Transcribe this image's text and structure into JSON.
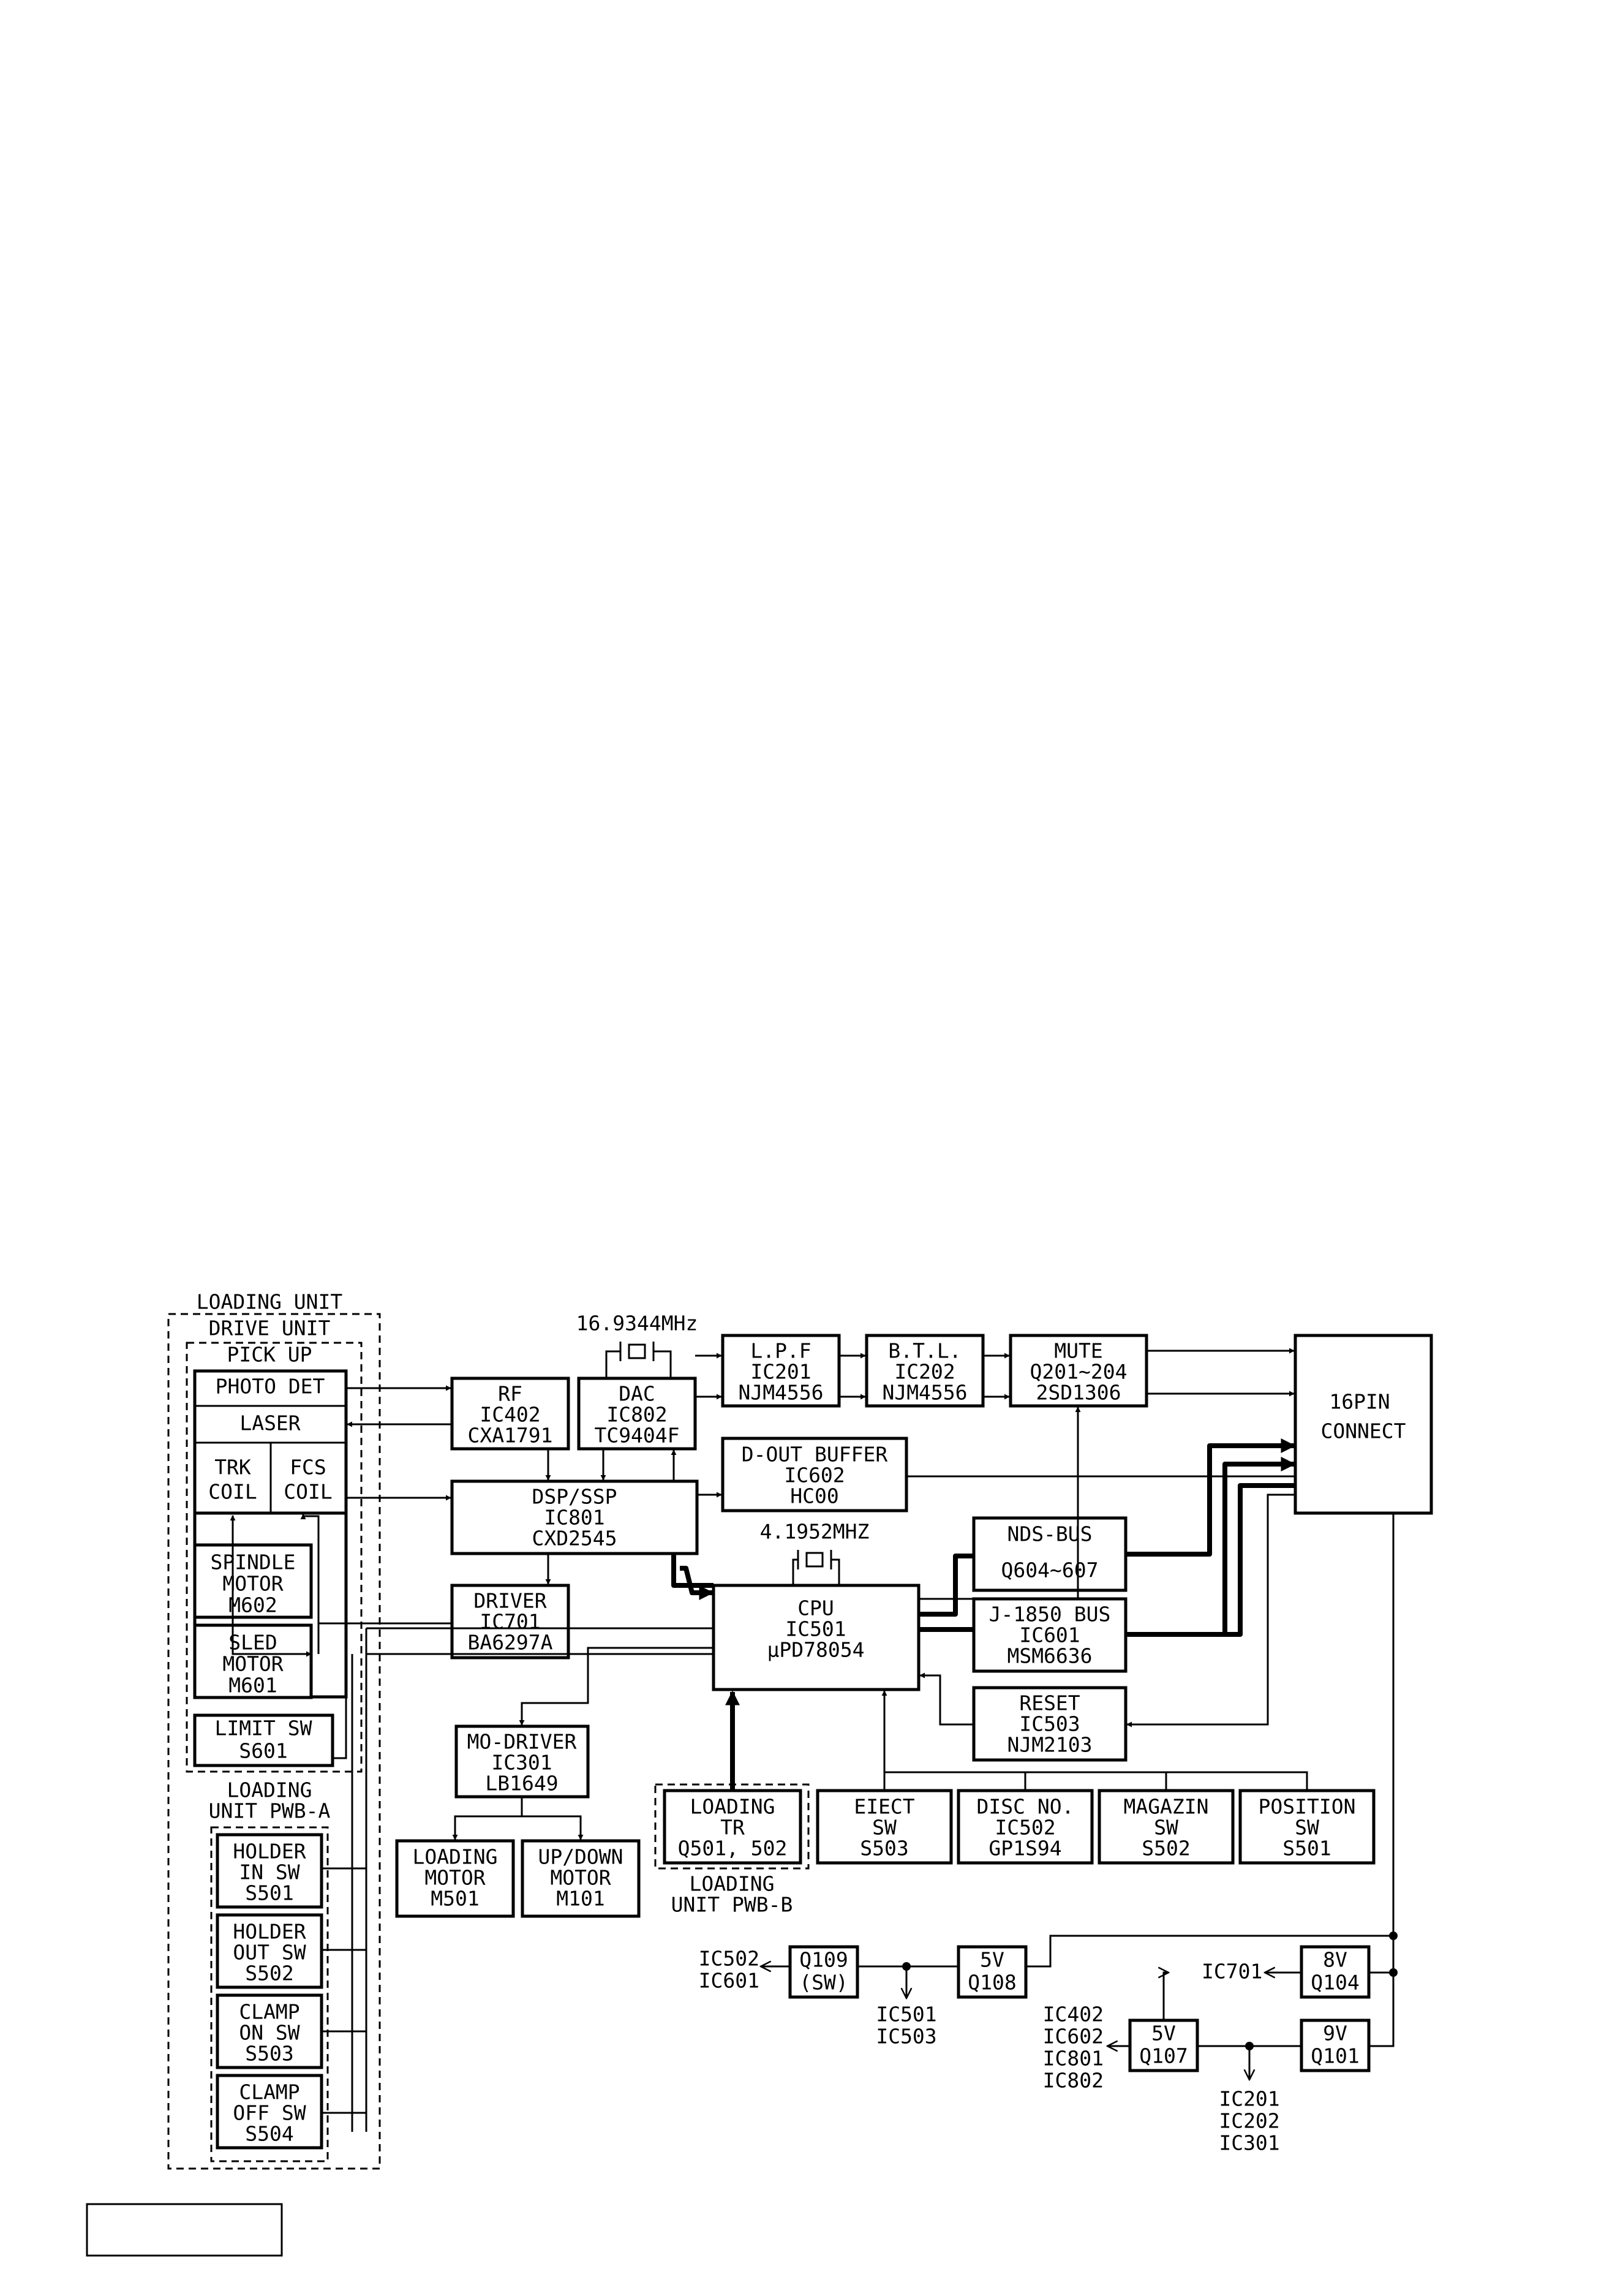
{
  "groups": {
    "loading_unit": "LOADING UNIT",
    "drive_unit": "DRIVE UNIT",
    "pick_up": "PICK UP",
    "loading_unit_pwb_a": [
      "LOADING",
      "UNIT PWB-A"
    ],
    "loading_unit_pwb_b": [
      "LOADING",
      "UNIT PWB-B"
    ]
  },
  "crystals": {
    "dac_clock": "16.9344MHz",
    "cpu_clock": "4.1952MHZ"
  },
  "blocks": {
    "photo_det": "PHOTO DET",
    "laser": "LASER",
    "trk_coil": [
      "TRK",
      "COIL"
    ],
    "fcs_coil": [
      "FCS",
      "COIL"
    ],
    "spindle_motor": [
      "SPINDLE",
      "MOTOR",
      "M602"
    ],
    "sled_motor": [
      "SLED",
      "MOTOR",
      "M601"
    ],
    "limit_sw": [
      "LIMIT SW",
      "S601"
    ],
    "holder_in_sw": [
      "HOLDER",
      "IN SW",
      "S501"
    ],
    "holder_out_sw": [
      "HOLDER",
      "OUT SW",
      "S502"
    ],
    "clamp_on_sw": [
      "CLAMP",
      "ON SW",
      "S503"
    ],
    "clamp_off_sw": [
      "CLAMP",
      "OFF SW",
      "S504"
    ],
    "rf": [
      "RF",
      "IC402",
      "CXA1791"
    ],
    "dac": [
      "DAC",
      "IC802",
      "TC9404F"
    ],
    "lpf": [
      "L.P.F",
      "IC201",
      "NJM4556"
    ],
    "btl": [
      "B.T.L.",
      "IC202",
      "NJM4556"
    ],
    "mute": [
      "MUTE",
      "Q201~204",
      "2SD1306"
    ],
    "connector": [
      "16PIN",
      "CONNECT"
    ],
    "d_out_buffer": [
      "D-OUT BUFFER",
      "IC602",
      "HC00"
    ],
    "dsp_ssp": [
      "DSP/SSP",
      "IC801",
      "CXD2545"
    ],
    "driver": [
      "DRIVER",
      "IC701",
      "BA6297A"
    ],
    "cpu": [
      "CPU",
      "IC501",
      "µPD78054"
    ],
    "nds_bus": [
      "NDS-BUS",
      "Q604~607"
    ],
    "j1850_bus": [
      "J-1850 BUS",
      "IC601",
      "MSM6636"
    ],
    "reset": [
      "RESET",
      "IC503",
      "NJM2103"
    ],
    "mo_driver": [
      "MO-DRIVER",
      "IC301",
      "LB1649"
    ],
    "loading_motor": [
      "LOADING",
      "MOTOR",
      "M501"
    ],
    "updown_motor": [
      "UP/DOWN",
      "MOTOR",
      "M101"
    ],
    "loading_tr": [
      "LOADING",
      "TR",
      "Q501, 502"
    ],
    "eject_sw": [
      "EIECT",
      "SW",
      "S503"
    ],
    "disc_no": [
      "DISC NO.",
      "IC502",
      "GP1S94"
    ],
    "magazin_sw": [
      "MAGAZIN",
      "SW",
      "S502"
    ],
    "position_sw": [
      "POSITION",
      "SW",
      "S501"
    ],
    "q109": [
      "Q109",
      "(SW)"
    ],
    "q108": [
      "5V",
      "Q108"
    ],
    "q104": [
      "8V",
      "Q104"
    ],
    "q107": [
      "5V",
      "Q107"
    ],
    "q101": [
      "9V",
      "Q101"
    ]
  },
  "supply_labels": {
    "q109_out": [
      "IC502",
      "IC601"
    ],
    "q108_tap": [
      "IC501",
      "IC503"
    ],
    "q104_out": "IC701",
    "q107_out": [
      "IC402",
      "IC602",
      "IC801",
      "IC802"
    ],
    "q101_tap": [
      "IC201",
      "IC202",
      "IC301"
    ]
  }
}
